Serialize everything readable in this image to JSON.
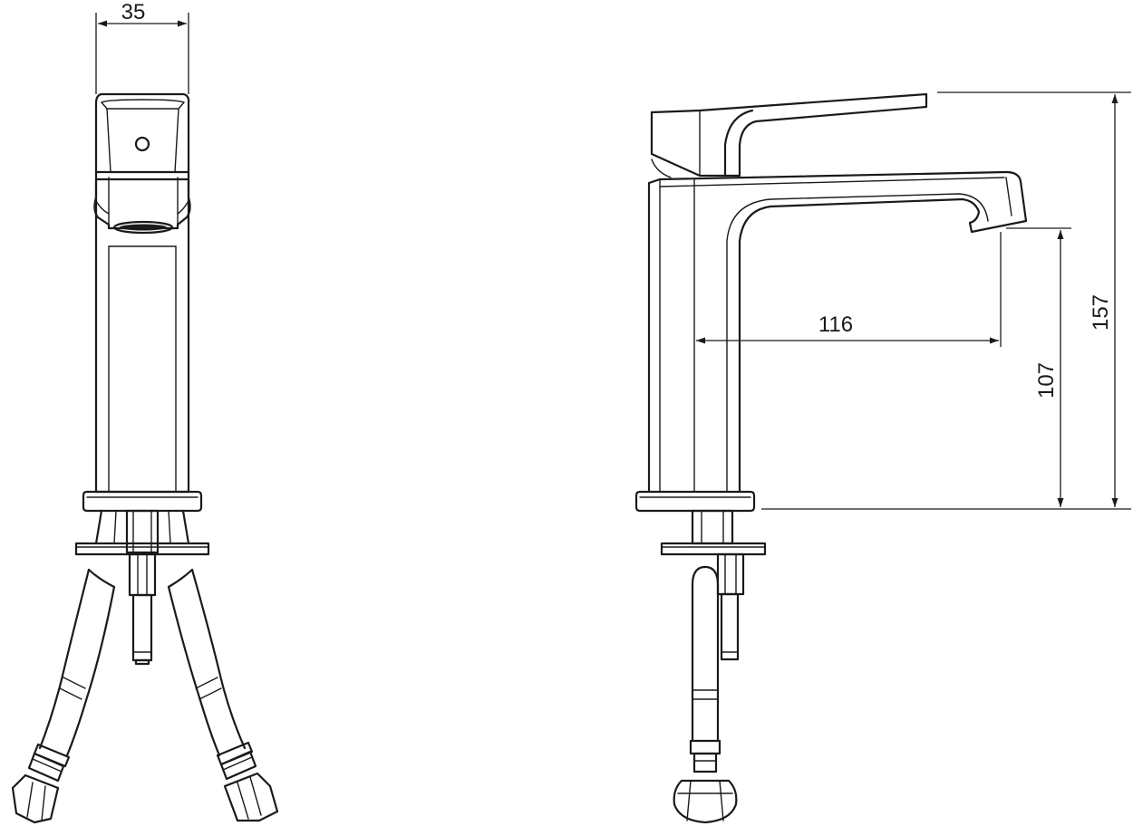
{
  "drawing": {
    "units": "mm",
    "dimensions": {
      "body_width": "35",
      "spout_reach": "116",
      "spout_height": "107",
      "total_height": "157"
    },
    "colors": {
      "line": "#1a1a1a",
      "background": "#ffffff"
    }
  }
}
